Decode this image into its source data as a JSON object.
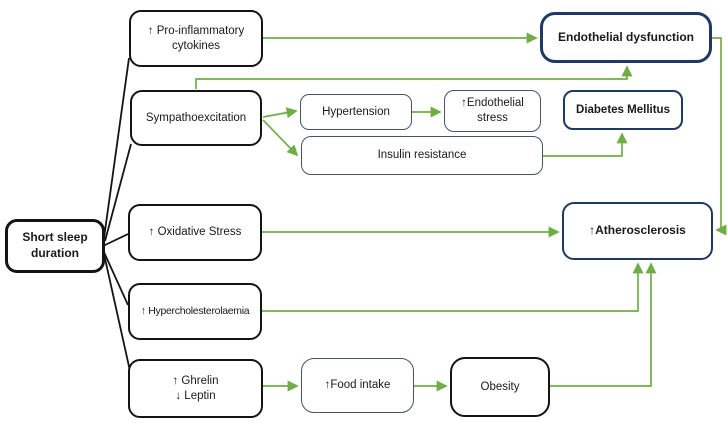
{
  "title": "Short sleep duration pathways diagram",
  "colors": {
    "arrow_green": "#70AD47",
    "navy_border": "#1F3864",
    "slate_border": "#44546A",
    "black_border": "#141414",
    "background": "#ffffff"
  },
  "nodes": {
    "short_sleep": {
      "label": "Short sleep\nduration"
    },
    "cytokines": {
      "label": "↑ Pro-inflammatory\ncytokines"
    },
    "sympathoexcitation": {
      "label": "Sympathoexcitation"
    },
    "hypertension": {
      "label": "Hypertension"
    },
    "endothelial_stress": {
      "label": "↑Endothelial\nstress"
    },
    "insulin_resistance": {
      "label": "Insulin resistance"
    },
    "diabetes_mellitus": {
      "label": "Diabetes Mellitus"
    },
    "endothelial_dysfunction": {
      "label": "Endothelial dysfunction"
    },
    "oxidative_stress": {
      "label": "↑ Oxidative Stress"
    },
    "hypercholesterolaemia": {
      "label": "↑ Hypercholesterolaemia"
    },
    "ghrelin_leptin": {
      "label": "↑ Ghrelin\n↓ Leptin"
    },
    "food_intake": {
      "label": "↑Food intake"
    },
    "obesity": {
      "label": "Obesity"
    },
    "atherosclerosis": {
      "label": "↑Atherosclerosis"
    }
  },
  "edges": [
    {
      "from": "short_sleep",
      "to": "cytokines",
      "style": "black-line"
    },
    {
      "from": "short_sleep",
      "to": "sympathoexcitation",
      "style": "black-line"
    },
    {
      "from": "short_sleep",
      "to": "oxidative_stress",
      "style": "black-line"
    },
    {
      "from": "short_sleep",
      "to": "hypercholesterolaemia",
      "style": "black-line"
    },
    {
      "from": "short_sleep",
      "to": "ghrelin_leptin",
      "style": "black-line"
    },
    {
      "from": "cytokines",
      "to": "endothelial_dysfunction",
      "style": "green-arrow"
    },
    {
      "from": "sympathoexcitation",
      "to": "endothelial_dysfunction",
      "style": "green-arrow"
    },
    {
      "from": "sympathoexcitation",
      "to": "hypertension",
      "style": "green-arrow"
    },
    {
      "from": "sympathoexcitation",
      "to": "insulin_resistance",
      "style": "green-arrow"
    },
    {
      "from": "hypertension",
      "to": "endothelial_stress",
      "style": "green-arrow"
    },
    {
      "from": "insulin_resistance",
      "to": "diabetes_mellitus",
      "style": "green-arrow"
    },
    {
      "from": "endothelial_dysfunction",
      "to": "atherosclerosis",
      "style": "green-arrow"
    },
    {
      "from": "oxidative_stress",
      "to": "atherosclerosis",
      "style": "green-arrow"
    },
    {
      "from": "hypercholesterolaemia",
      "to": "atherosclerosis",
      "style": "green-arrow"
    },
    {
      "from": "ghrelin_leptin",
      "to": "food_intake",
      "style": "green-arrow"
    },
    {
      "from": "food_intake",
      "to": "obesity",
      "style": "green-arrow"
    },
    {
      "from": "obesity",
      "to": "atherosclerosis",
      "style": "green-arrow"
    }
  ]
}
